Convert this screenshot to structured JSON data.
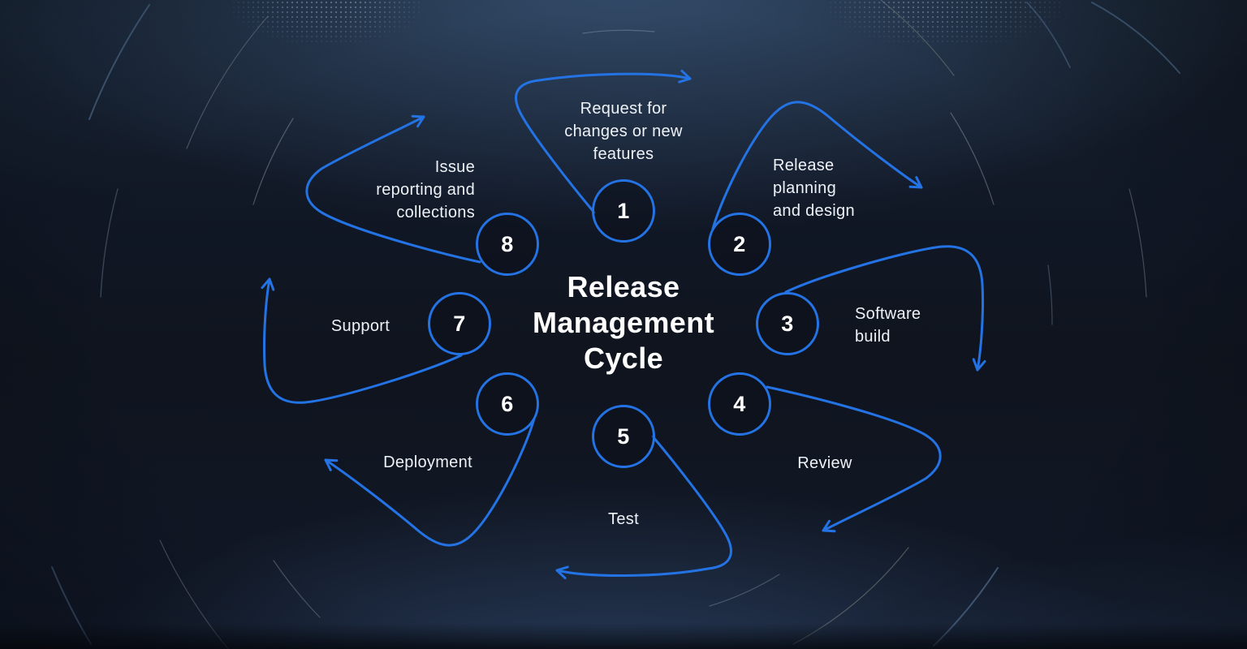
{
  "diagram": {
    "title": "Release\nManagement\nCycle",
    "steps": [
      {
        "num": "1",
        "label": "Request for\nchanges or new\nfeatures"
      },
      {
        "num": "2",
        "label": "Release\nplanning\nand design"
      },
      {
        "num": "3",
        "label": "Software\nbuild"
      },
      {
        "num": "4",
        "label": "Review"
      },
      {
        "num": "5",
        "label": "Test"
      },
      {
        "num": "6",
        "label": "Deployment"
      },
      {
        "num": "7",
        "label": "Support"
      },
      {
        "num": "8",
        "label": "Issue\nreporting and\ncollections"
      }
    ],
    "colors": {
      "accent_blue": "#2473e4",
      "background_navy": "#0f141e",
      "text_white": "#ffffff"
    }
  }
}
